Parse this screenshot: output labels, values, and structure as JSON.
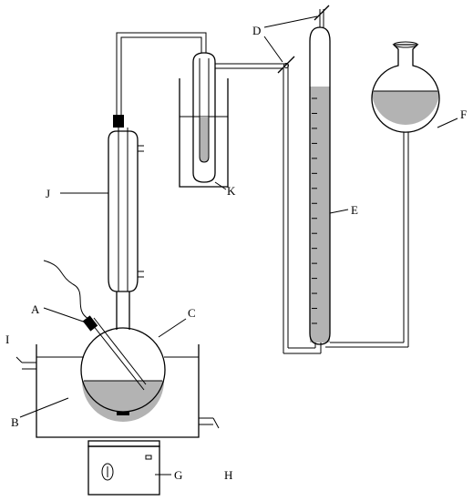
{
  "labels": {
    "A": "A",
    "B": "B",
    "C": "C",
    "D": "D",
    "E": "E",
    "F": "F",
    "G": "G",
    "H": "H",
    "I": "I",
    "J": "J",
    "K": "K"
  },
  "colors": {
    "liquid": "#b3b3b3",
    "line": "#000000",
    "background": "#ffffff"
  },
  "burette_ticks": 16
}
